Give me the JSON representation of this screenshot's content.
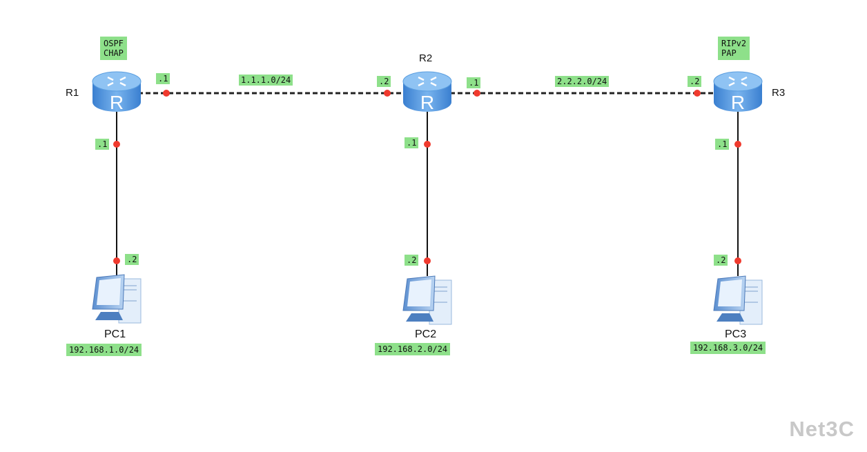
{
  "routers": [
    {
      "name": "R1",
      "protocols": "OSPF\nCHAP"
    },
    {
      "name": "R2"
    },
    {
      "name": "R3",
      "protocols": "RIPv2\nPAP"
    }
  ],
  "links": [
    {
      "network": "1.1.1.0/24",
      "a_ip": ".1",
      "b_ip": ".2"
    },
    {
      "network": "2.2.2.0/24",
      "a_ip": ".1",
      "b_ip": ".2"
    }
  ],
  "lans": [
    {
      "pc": "PC1",
      "network": "192.168.1.0/24",
      "router_ip": ".1",
      "pc_ip": ".2"
    },
    {
      "pc": "PC2",
      "network": "192.168.2.0/24",
      "router_ip": ".1",
      "pc_ip": ".2"
    },
    {
      "pc": "PC3",
      "network": "192.168.3.0/24",
      "router_ip": ".1",
      "pc_ip": ".2"
    }
  ],
  "watermark": "Net3C",
  "colors": {
    "label_bg": "#8ee08a",
    "port_dot": "#f03a2e",
    "router": "#4a90d9"
  }
}
